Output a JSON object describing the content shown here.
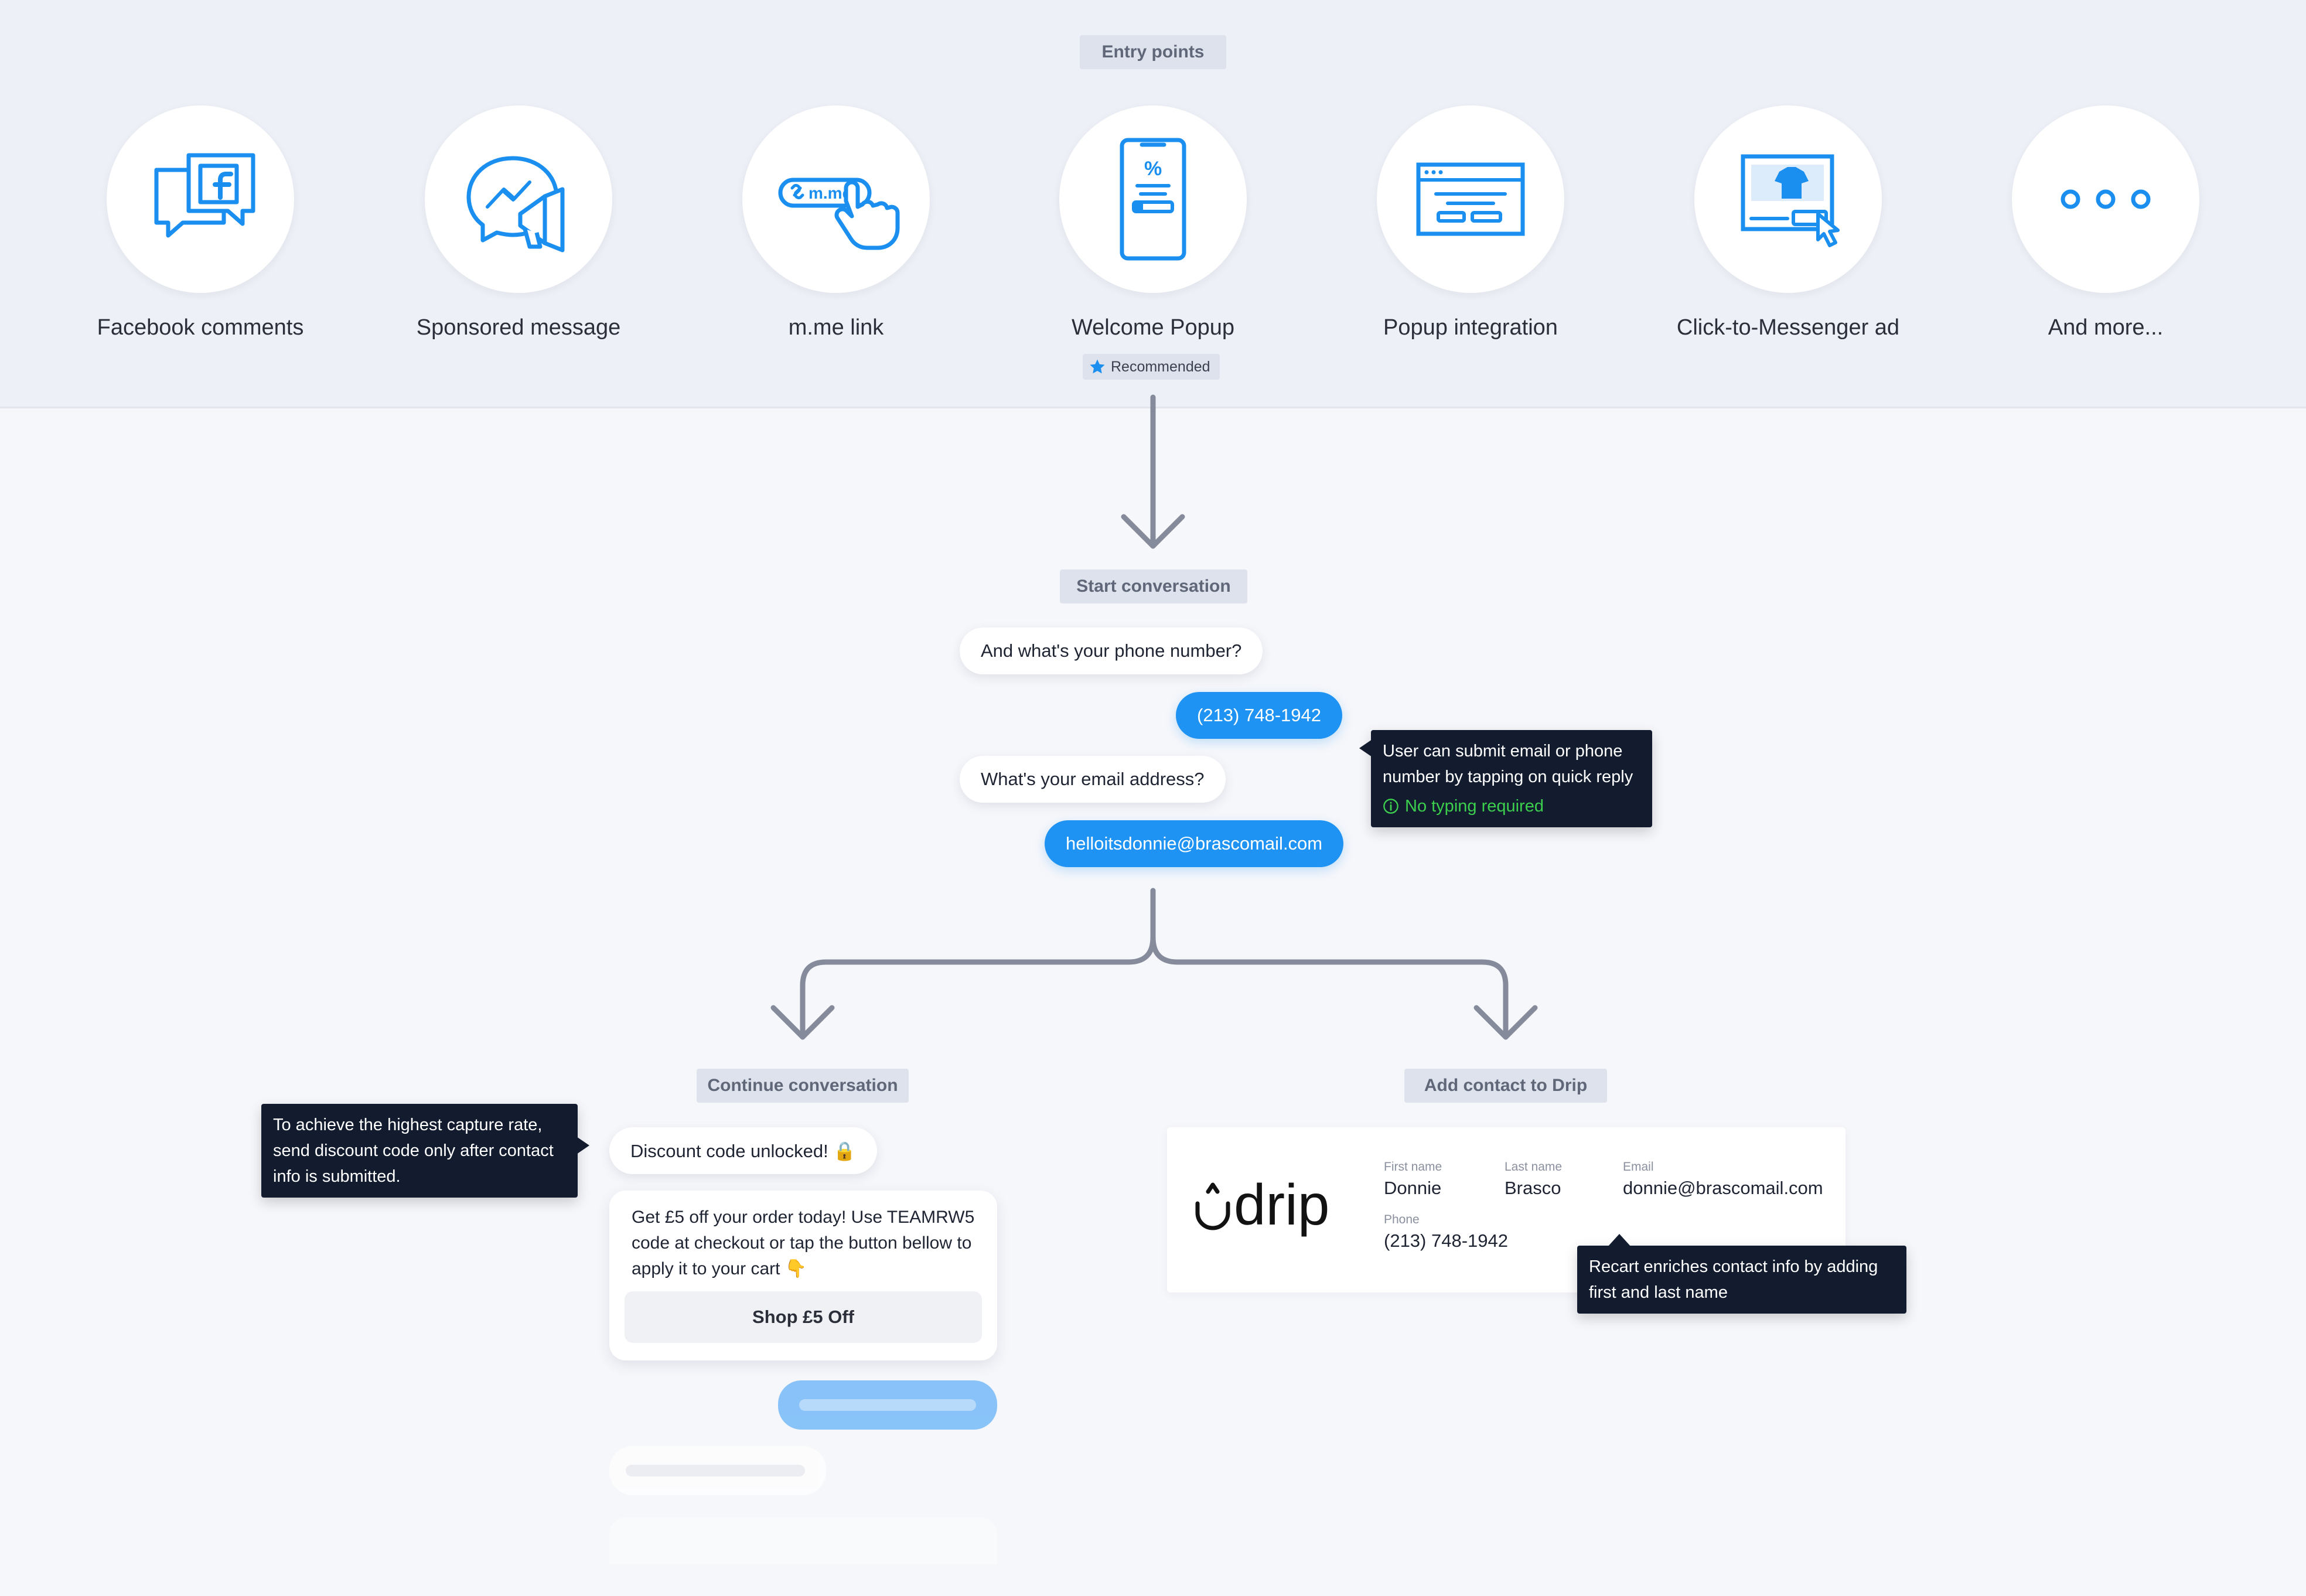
{
  "header": {
    "entry_points_tag": "Entry points",
    "recommended_badge": "Recommended",
    "entries": [
      {
        "label": "Facebook comments",
        "icon": "facebook-comments-icon"
      },
      {
        "label": "Sponsored message",
        "icon": "messenger-megaphone-icon"
      },
      {
        "label": "m.me link",
        "icon": "mme-link-icon"
      },
      {
        "label": "Welcome Popup",
        "icon": "phone-popup-icon"
      },
      {
        "label": "Popup integration",
        "icon": "browser-popup-icon"
      },
      {
        "label": "Click-to-Messenger ad",
        "icon": "ad-click-icon"
      },
      {
        "label": "And more...",
        "icon": "more-dots-icon"
      }
    ]
  },
  "flow": {
    "start_tag": "Start conversation",
    "continue_tag": "Continue conversation",
    "drip_tag": "Add contact to Drip"
  },
  "conversation": {
    "q_phone": "And what's your phone number?",
    "a_phone": "(213) 748-1942",
    "q_email": "What's your email address?",
    "a_email": "helloitsdonnie@brascomail.com",
    "quick_reply_tip": "User can submit email or phone number by tapping on quick reply",
    "no_typing": "No typing required"
  },
  "continue": {
    "capture_tip": "To achieve the highest capture rate, send discount code only after contact info is submitted.",
    "unlocked": "Discount code unlocked! 🔒",
    "offer": "Get £5 off your order today! Use TEAMRW5 code at checkout or tap the button bellow to apply it to your cart 👇",
    "shop_button": "Shop £5 Off"
  },
  "drip": {
    "logo": "drip",
    "first_name_label": "First name",
    "first_name": "Donnie",
    "last_name_label": "Last name",
    "last_name": "Brasco",
    "email_label": "Email",
    "email": "donnie@brascomail.com",
    "phone_label": "Phone",
    "phone": "(213) 748-1942",
    "enrich_tip": "Recart enriches contact info by adding first and last name"
  },
  "colors": {
    "accent": "#1e93f3",
    "icon": "#1b8ff0",
    "tooltip_bg": "#121c2e",
    "success": "#3ccf4e",
    "connector": "#868b9c"
  }
}
